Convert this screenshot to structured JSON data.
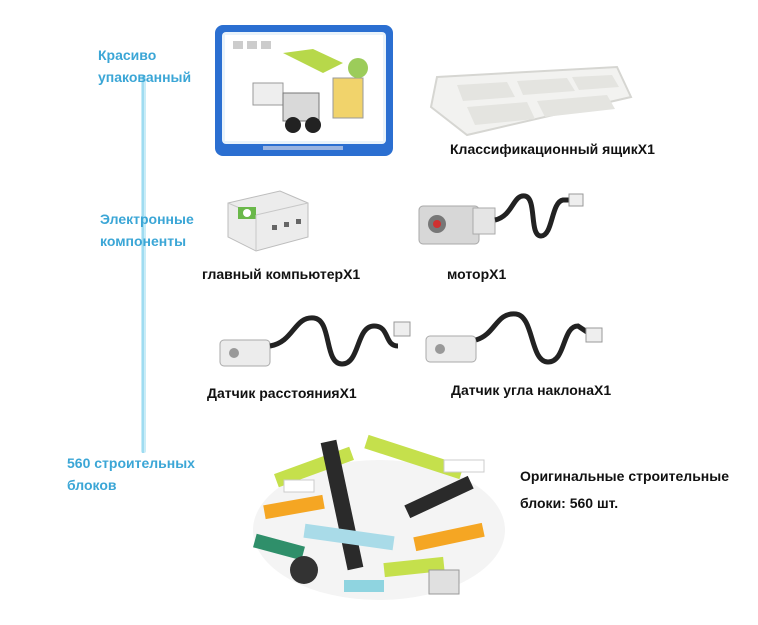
{
  "categories": {
    "packaging": [
      "Красиво",
      "упакованный"
    ],
    "electronics": [
      "Электронные",
      "компоненты"
    ],
    "blocks": [
      "560 строительных",
      "блоков"
    ]
  },
  "items": {
    "box_label": "Классификационный ящикX1",
    "hub_label": "главный компьютерX1",
    "motor_label": "моторX1",
    "distance_label": "Датчик расстоянияX1",
    "tilt_label": "Датчик угла наклонаX1",
    "bricks_label": [
      "Оригинальные строительные",
      "блоки: 560 шт."
    ]
  },
  "colors": {
    "category_text": "#3ba6d6",
    "timeline": "#c9ecf7",
    "case_frame": "#2b6fd1"
  }
}
